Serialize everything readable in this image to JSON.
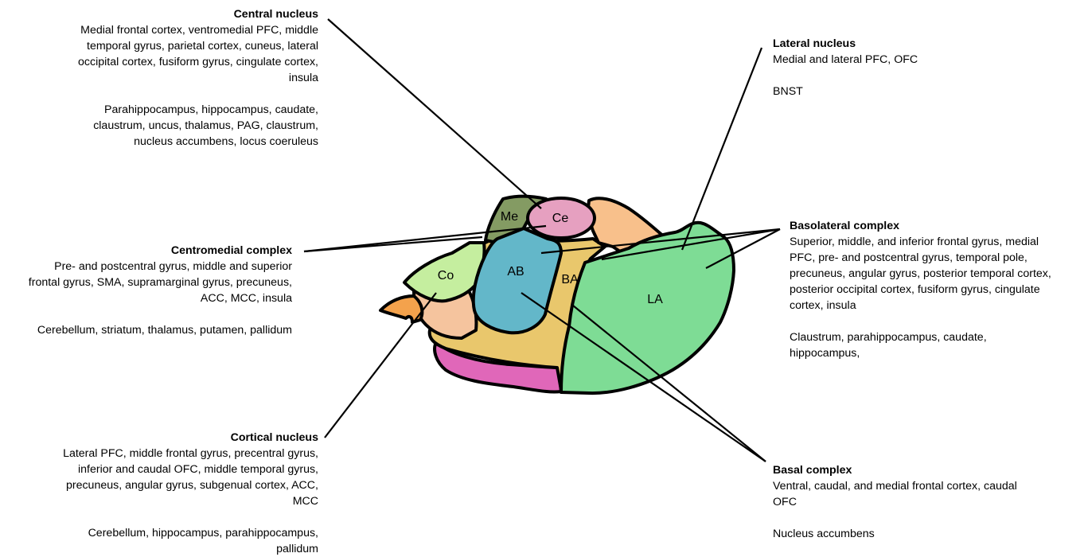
{
  "regions": {
    "me": "Me",
    "ce": "Ce",
    "co": "Co",
    "ab": "AB",
    "ba": "BA",
    "la": "LA"
  },
  "colors": {
    "me": "#849b63",
    "ce": "#e6a0c0",
    "co": "#c5ee9f",
    "ab": "#63b7c9",
    "ba": "#e9c76c",
    "la": "#7edc95",
    "peach": "#f5c49e",
    "orange": "#f4a24c",
    "magenta": "#e067b9",
    "light_orange": "#f8c08b"
  },
  "central": {
    "title": "Central nucleus",
    "cortical": [
      "Medial frontal cortex, ventromedial PFC, middle",
      "temporal gyrus, parietal cortex, cuneus, lateral",
      "occipital cortex, fusiform gyrus, cingulate cortex,",
      "insula"
    ],
    "subcortical": [
      "Parahippocampus, hippocampus,  caudate,",
      "claustrum, uncus, thalamus, PAG, claustrum,",
      "nucleus accumbens, locus coeruleus"
    ]
  },
  "lateral": {
    "title": "Lateral nucleus",
    "cortical": [
      "Medial and lateral PFC, OFC"
    ],
    "subcortical": [
      "BNST"
    ]
  },
  "centromedial": {
    "title": "Centromedial complex",
    "cortical": [
      "Pre- and postcentral gyrus, middle and superior",
      "frontal gyrus, SMA, supramarginal gyrus, precuneus,",
      "ACC, MCC, insula"
    ],
    "subcortical": [
      "Cerebellum, striatum, thalamus, putamen, pallidum"
    ]
  },
  "basolateral": {
    "title": "Basolateral complex",
    "cortical": [
      "Superior, middle, and inferior frontal gyrus, medial",
      "PFC, pre- and postcentral gyrus, temporal pole,",
      "precuneus, angular gyrus, posterior temporal cortex,",
      "posterior occipital cortex, fusiform gyrus, cingulate",
      "cortex, insula"
    ],
    "subcortical": [
      "Claustrum, parahippocampus, caudate,",
      "hippocampus,"
    ]
  },
  "cortical_nucleus": {
    "title": "Cortical nucleus",
    "cortical": [
      "Lateral PFC, middle frontal gyrus, precentral gyrus,",
      "inferior and caudal OFC, middle temporal gyrus,",
      "precuneus, angular gyrus, subgenual cortex, ACC,",
      "MCC"
    ],
    "subcortical": [
      "Cerebellum, hippocampus, parahippocampus,",
      "pallidum"
    ]
  },
  "basal": {
    "title": "Basal complex",
    "cortical": [
      "Ventral, caudal, and medial frontal cortex, caudal",
      "OFC"
    ],
    "subcortical": [
      "Nucleus accumbens"
    ]
  }
}
